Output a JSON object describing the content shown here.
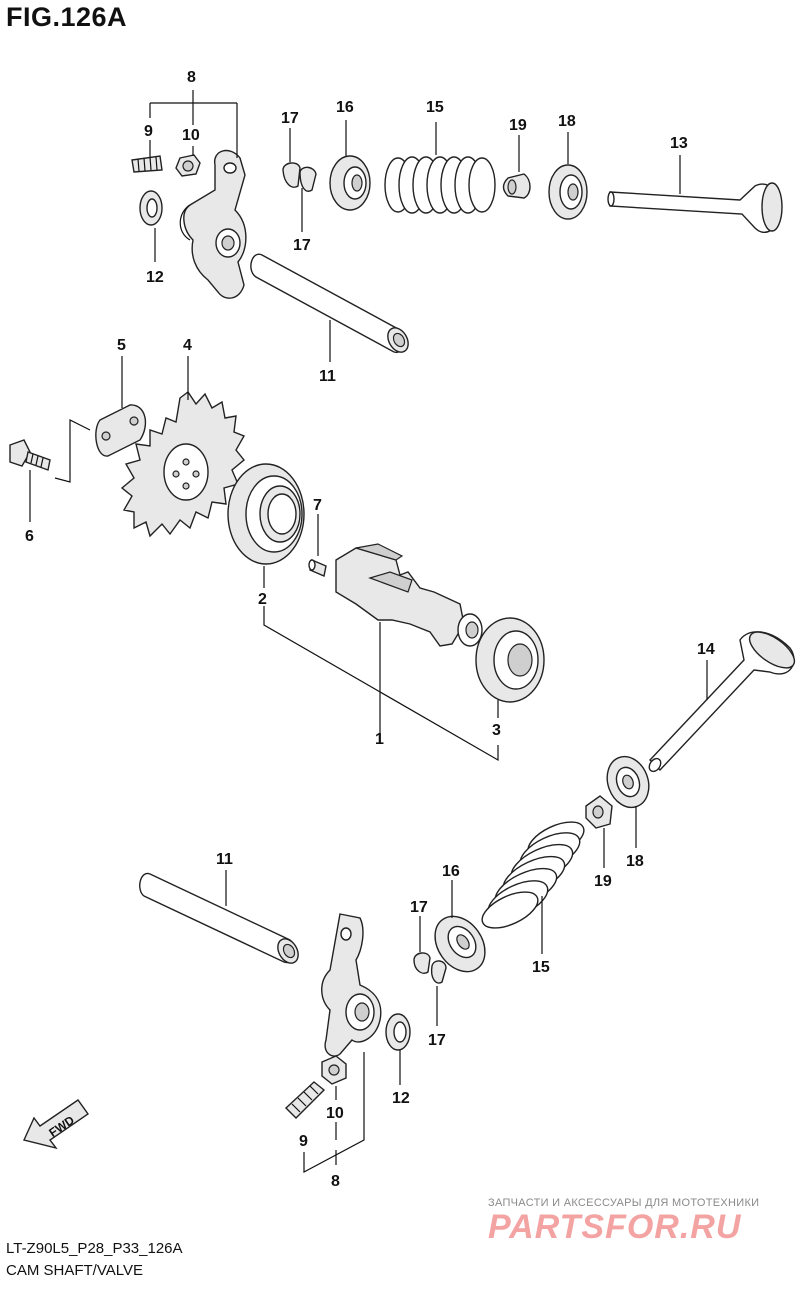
{
  "figure": {
    "title": "FIG.126A",
    "code": "LT-Z90L5_P28_P33_126A",
    "name": "CAM SHAFT/VALVE",
    "fwd_label": "FWD"
  },
  "watermark": {
    "tagline": "ЗАПЧАСТИ И АКСЕССУАРЫ ДЛЯ МОТОТЕХНИКИ",
    "logo": "PARTSFOR.RU"
  },
  "callouts": [
    {
      "id": "c8-top",
      "text": "8"
    },
    {
      "id": "c9-top",
      "text": "9"
    },
    {
      "id": "c10-top",
      "text": "10"
    },
    {
      "id": "c12-top",
      "text": "12"
    },
    {
      "id": "c17-top-a",
      "text": "17"
    },
    {
      "id": "c17-top-b",
      "text": "17"
    },
    {
      "id": "c16-top",
      "text": "16"
    },
    {
      "id": "c15-top",
      "text": "15"
    },
    {
      "id": "c19-top",
      "text": "19"
    },
    {
      "id": "c18-top",
      "text": "18"
    },
    {
      "id": "c13",
      "text": "13"
    },
    {
      "id": "c11-top",
      "text": "11"
    },
    {
      "id": "c5",
      "text": "5"
    },
    {
      "id": "c4",
      "text": "4"
    },
    {
      "id": "c6",
      "text": "6"
    },
    {
      "id": "c7",
      "text": "7"
    },
    {
      "id": "c2",
      "text": "2"
    },
    {
      "id": "c1",
      "text": "1"
    },
    {
      "id": "c3",
      "text": "3"
    },
    {
      "id": "c14",
      "text": "14"
    },
    {
      "id": "c18-bot",
      "text": "18"
    },
    {
      "id": "c19-bot",
      "text": "19"
    },
    {
      "id": "c11-bot",
      "text": "11"
    },
    {
      "id": "c16-bot",
      "text": "16"
    },
    {
      "id": "c17-bot-a",
      "text": "17"
    },
    {
      "id": "c15-bot",
      "text": "15"
    },
    {
      "id": "c17-bot-b",
      "text": "17"
    },
    {
      "id": "c12-bot",
      "text": "12"
    },
    {
      "id": "c10-bot",
      "text": "10"
    },
    {
      "id": "c9-bot",
      "text": "9"
    },
    {
      "id": "c8-bot",
      "text": "8"
    }
  ]
}
